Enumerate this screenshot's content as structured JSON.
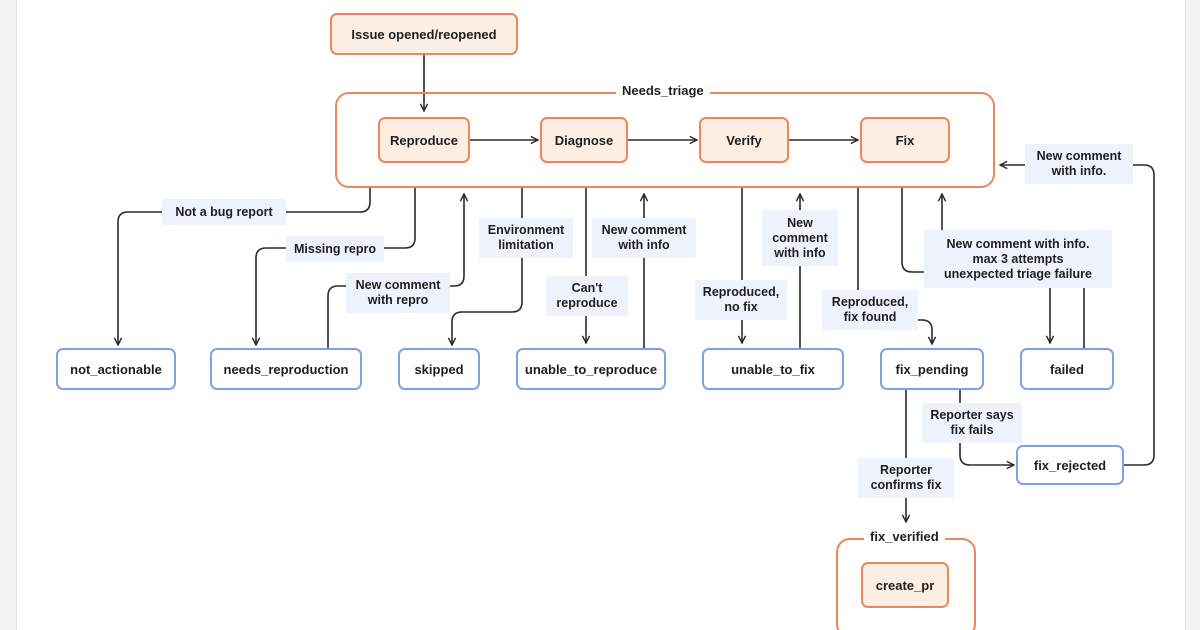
{
  "nodes": {
    "issue_opened": "Issue opened/reopened",
    "reproduce": "Reproduce",
    "diagnose": "Diagnose",
    "verify": "Verify",
    "fix": "Fix",
    "not_actionable": "not_actionable",
    "needs_reproduction": "needs_reproduction",
    "skipped": "skipped",
    "unable_to_reproduce": "unable_to_reproduce",
    "unable_to_fix": "unable_to_fix",
    "fix_pending": "fix_pending",
    "failed": "failed",
    "fix_rejected": "fix_rejected",
    "create_pr": "create_pr"
  },
  "groups": {
    "needs_triage": "Needs_triage",
    "fix_verified": "fix_verified"
  },
  "labels": {
    "not_a_bug_report": "Not a bug report",
    "missing_repro": "Missing repro",
    "new_comment_with_repro": "New comment\nwith repro",
    "environment_limitation": "Environment\nlimitation",
    "new_comment_with_info": "New comment\nwith info",
    "cant_reproduce": "Can't\nreproduce",
    "reproduced_no_fix": "Reproduced,\nno fix",
    "new_comment_with_info_stacked": "New\ncomment\nwith info",
    "reproduced_fix_found": "Reproduced,\nfix found",
    "new_comment_max_attempts": "New comment with info.\nmax 3 attempts\nunexpected triage failure",
    "new_comment_with_info_right": "New comment\nwith info.",
    "reporter_says_fix_fails": "Reporter says\nfix fails",
    "reporter_confirms_fix": "Reporter\nconfirms fix"
  },
  "colors": {
    "stage_border": "#e9885a",
    "stage_fill": "#fdeee3",
    "state_border": "#7aa4e6",
    "label_fill": "#eef2fc",
    "line": "#2a2a2a"
  }
}
